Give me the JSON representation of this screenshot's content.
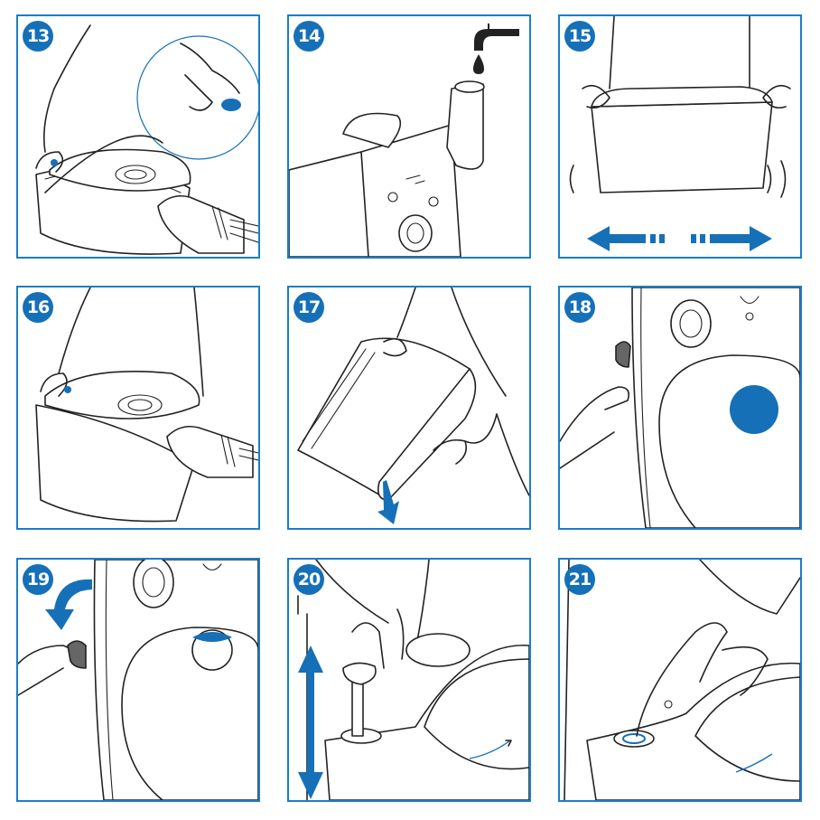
{
  "steps": [
    {
      "number": "13"
    },
    {
      "number": "14"
    },
    {
      "number": "15"
    },
    {
      "number": "16"
    },
    {
      "number": "17"
    },
    {
      "number": "18"
    },
    {
      "number": "19"
    },
    {
      "number": "20"
    },
    {
      "number": "21"
    }
  ],
  "accent_color": "#1670b8",
  "frame_color": "#1a7fc4"
}
